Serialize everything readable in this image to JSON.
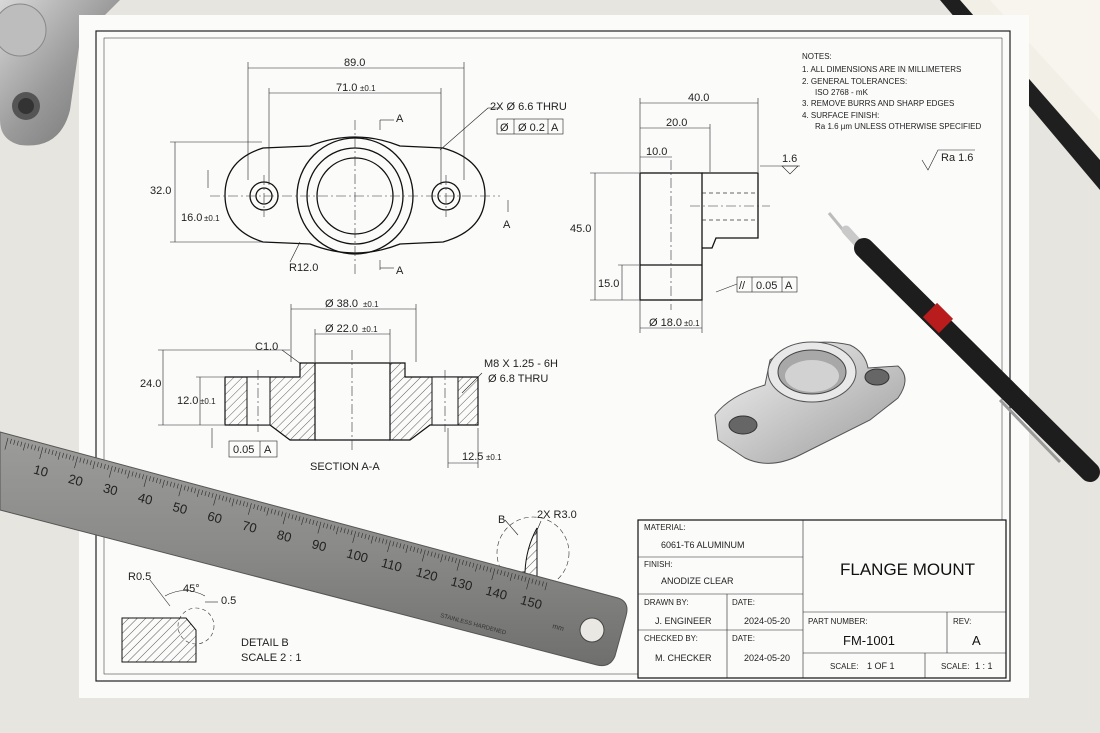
{
  "drawing": {
    "notes": {
      "heading": "NOTES:",
      "items": [
        "1.  ALL DIMENSIONS ARE IN MILLIMETERS",
        "2.  GENERAL TOLERANCES:",
        "ISO 2768 - mK",
        "3.  REMOVE BURRS AND SHARP EDGES",
        "4.  SURFACE FINISH:",
        "Ra 1.6 µm UNLESS OTHERWISE SPECIFIED"
      ],
      "roughness": "Ra 1.6"
    },
    "top_view": {
      "overall_width": "89.0",
      "hole_spacing": "71.0",
      "hole_spacing_tol": "±0.1",
      "hole_callout": "2X Ø 6.6 THRU",
      "fcf_symbol": "Ø",
      "fcf_value": "Ø 0.2",
      "fcf_datum": "A",
      "height": "32.0",
      "half_height": "16.0",
      "half_height_tol": "±0.1",
      "radius": "R12.0",
      "section_mark": "A"
    },
    "side_view": {
      "width": "40.0",
      "step": "20.0",
      "small": "10.0",
      "height": "45.0",
      "base": "15.0",
      "roughness": "1.6",
      "fcf_symbol": "//",
      "fcf_value": "0.05",
      "fcf_datum": "A",
      "diameter": "Ø 18.0",
      "diameter_tol": "±0.1"
    },
    "section_view": {
      "outer_dia": "Ø 38.0",
      "outer_tol": "±0.1",
      "inner_dia": "Ø 22.0",
      "inner_tol": "±0.1",
      "chamfer": "C1.0",
      "thread": "M8 X 1.25 - 6H",
      "thread_drill": "Ø 6.8 THRU",
      "height": "24.0",
      "flange": "12.0",
      "flange_tol": "±0.1",
      "fcf_value": "0.05",
      "fcf_datum": "A",
      "depth": "12.5",
      "depth_tol": "±0.1",
      "title": "SECTION A-A"
    },
    "detail": {
      "mark": "B",
      "radius_callout": "2X R3.0",
      "r_small": "R0.5",
      "angle": "45°",
      "chamfer": "0.5",
      "title": "DETAIL B",
      "scale": "SCALE 2 : 1"
    },
    "title_block": {
      "material_label": "MATERIAL:",
      "material": "6061-T6 ALUMINUM",
      "finish_label": "FINISH:",
      "finish": "ANODIZE CLEAR",
      "drawn_label": "DRAWN BY:",
      "drawn": "J. ENGINEER",
      "date_label": "DATE:",
      "drawn_date": "2024-05-20",
      "checked_label": "CHECKED BY:",
      "checked": "M. CHECKER",
      "checked_date": "2024-05-20",
      "title": "FLANGE MOUNT",
      "part_label": "PART NUMBER:",
      "part": "FM-1001",
      "rev_label": "REV:",
      "rev": "A",
      "sheet_label": "SCALE:",
      "sheet": "1 OF 1",
      "scale_label": "SCALE:",
      "scale": "1 : 1"
    }
  },
  "ruler": {
    "numbers": [
      "10",
      "20",
      "30",
      "40",
      "50",
      "60",
      "70",
      "80",
      "90",
      "100",
      "110",
      "120",
      "130",
      "140",
      "150"
    ],
    "brand": "STAINLESS HARDENED",
    "unit": "mm"
  }
}
